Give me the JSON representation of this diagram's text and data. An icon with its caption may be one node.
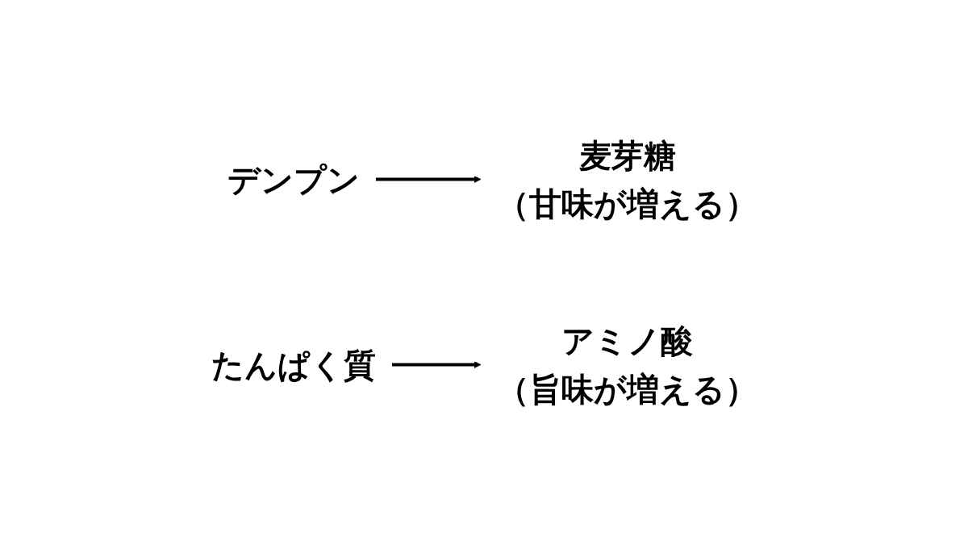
{
  "diagram": {
    "nodes": [
      {
        "text": [
          "デンプン"
        ]
      },
      {
        "text": [
          "麦芽糖",
          "（甘味が増える）"
        ]
      },
      {
        "text": [
          "たんぱく質"
        ]
      },
      {
        "text": [
          "アミノ酸",
          "（旨味が増える）"
        ]
      }
    ],
    "edges": [
      {
        "from": 0,
        "to": 1,
        "arrow": "to"
      },
      {
        "from": 2,
        "to": 3,
        "arrow": "to"
      }
    ]
  }
}
